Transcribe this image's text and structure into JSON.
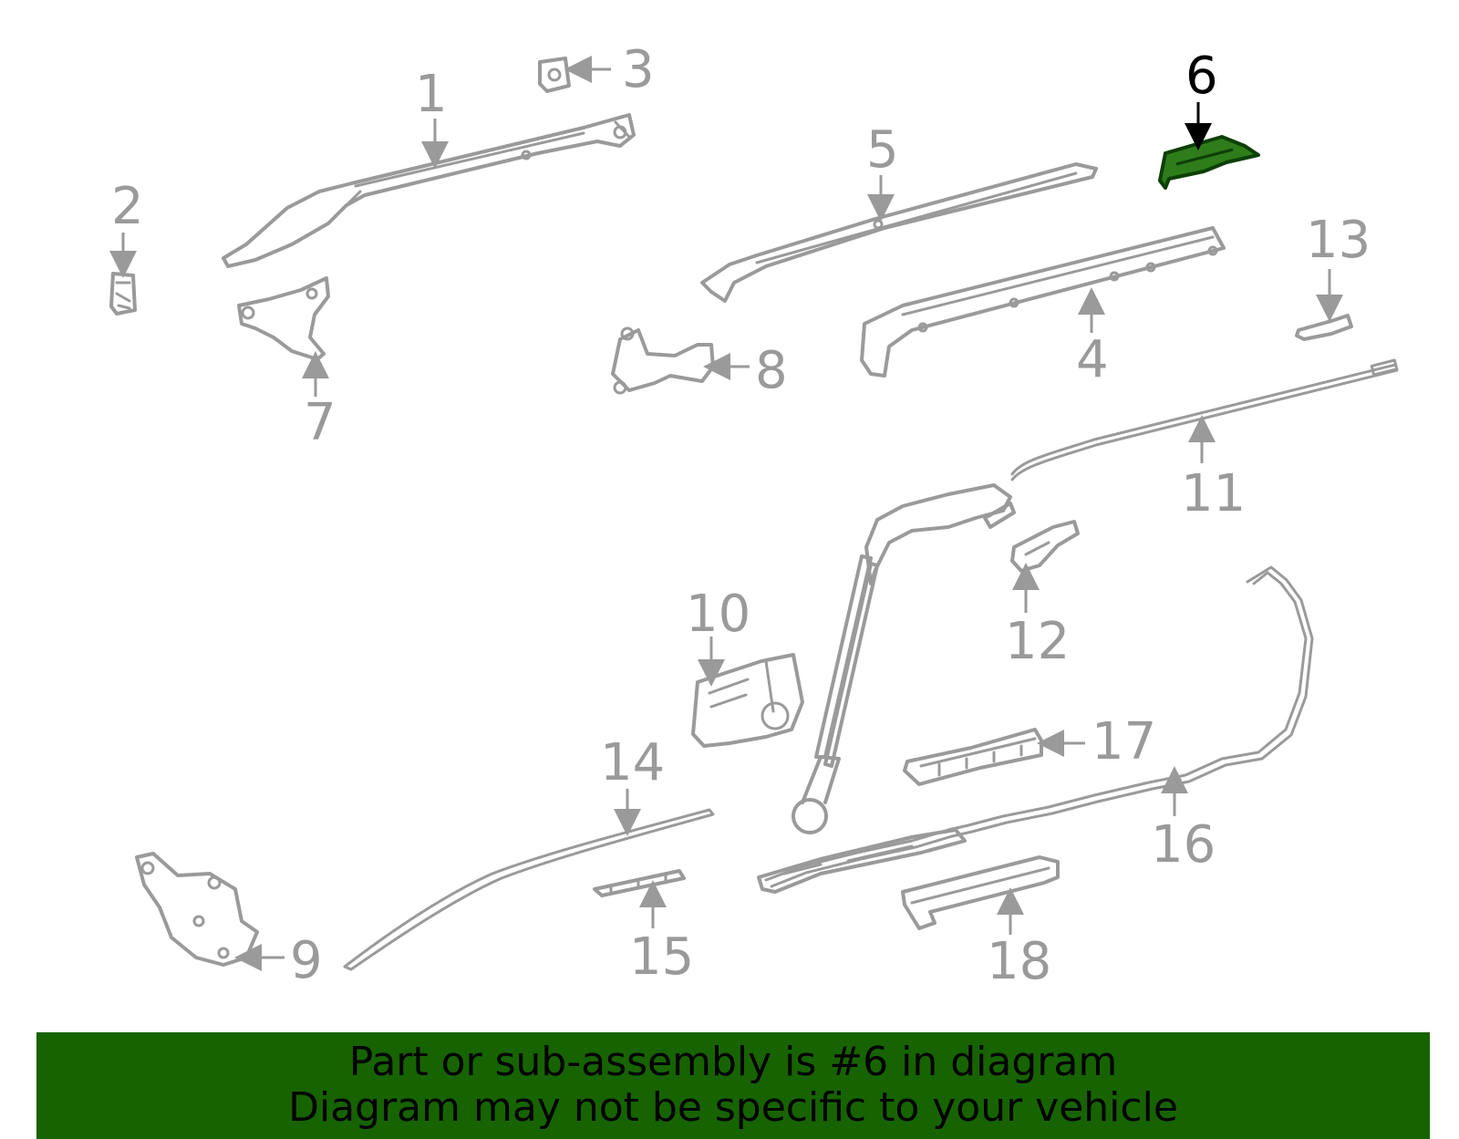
{
  "diagram": {
    "highlighted_part": "6",
    "colors": {
      "part_stroke": "#9a9a9a",
      "highlight_fill": "#2e7d1a",
      "banner_bg": "#176300"
    },
    "callouts": {
      "c1": "1",
      "c2": "2",
      "c3": "3",
      "c4": "4",
      "c5": "5",
      "c6": "6",
      "c7": "7",
      "c8": "8",
      "c9": "9",
      "c10": "10",
      "c11": "11",
      "c12": "12",
      "c13": "13",
      "c14": "14",
      "c15": "15",
      "c16": "16",
      "c17": "17",
      "c18": "18"
    }
  },
  "banner": {
    "line1": "Part or sub-assembly is #6 in diagram",
    "line2": "Diagram may not be specific to your vehicle"
  }
}
